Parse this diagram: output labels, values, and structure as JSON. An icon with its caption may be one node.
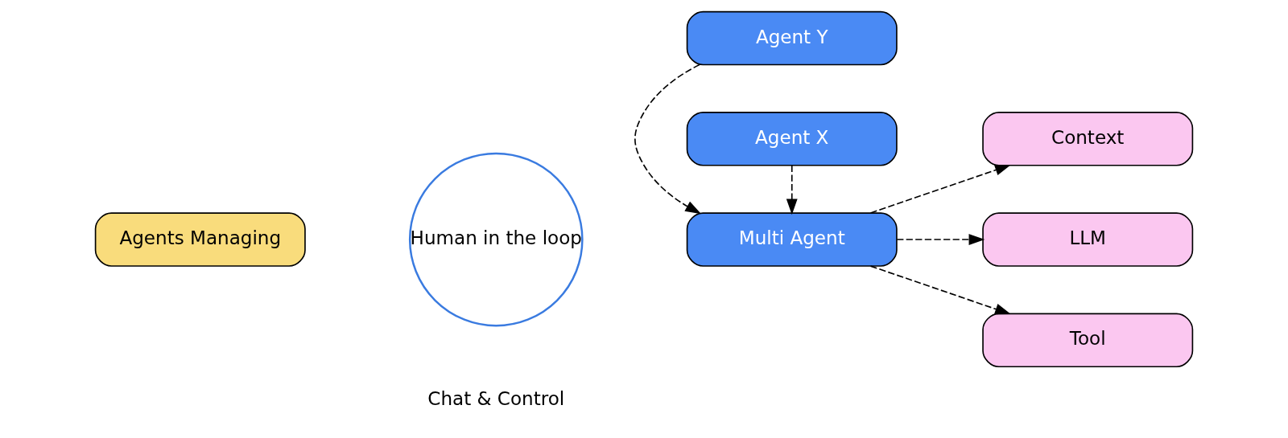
{
  "diagram": {
    "nodes": [
      {
        "text": [
          "Agents Managing"
        ]
      },
      {
        "text": [
          "Human in the loop"
        ],
        "beside": [
          "Chat & Control"
        ]
      },
      {
        "text": [
          "Agent Y"
        ]
      },
      {
        "text": [
          "Multi Agent"
        ]
      },
      {
        "text": [
          "Agent X"
        ]
      },
      {
        "text": [
          "Context"
        ]
      },
      {
        "text": [
          "LLM"
        ]
      },
      {
        "text": [
          "Tool"
        ]
      }
    ],
    "edges": [
      {
        "from": 2,
        "to": 3,
        "arrow": "to",
        "style": "dashed"
      },
      {
        "from": 4,
        "to": 3,
        "arrow": "to",
        "style": "dashed"
      },
      {
        "from": 3,
        "to": 5,
        "arrow": "to",
        "style": "dashed"
      },
      {
        "from": 3,
        "to": 6,
        "arrow": "to",
        "style": "dashed"
      },
      {
        "from": 3,
        "to": 7,
        "arrow": "to",
        "style": "dashed"
      }
    ]
  }
}
